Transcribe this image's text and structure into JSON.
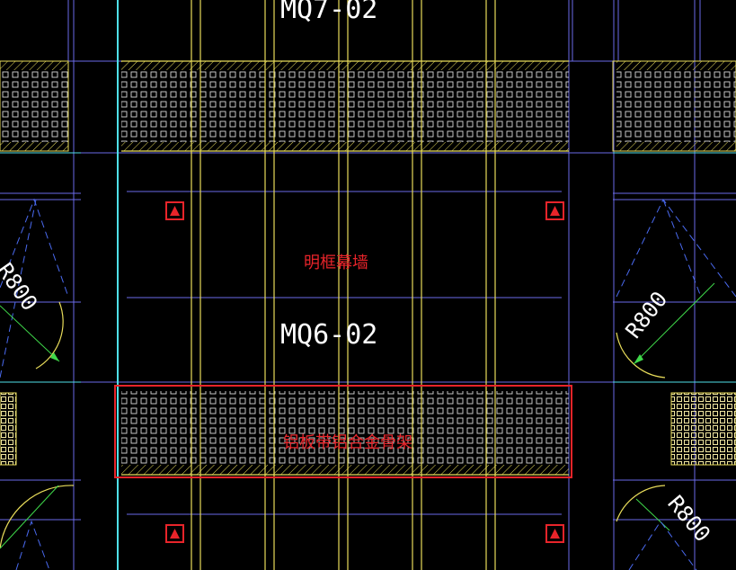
{
  "labels": {
    "top_code": "MQ7-02",
    "mid_code": "MQ6-02",
    "center_text": "明框幕墙",
    "bottom_text": "铝板带铝合金骨架",
    "radius_left": "R800",
    "radius_right": "R800",
    "radius_bottom_right": "R800"
  },
  "colors": {
    "background": "#000000",
    "yellow": "#e8dc5a",
    "blue_line": "#6a6ae8",
    "cyan": "#4fe0e8",
    "red": "#e8242a",
    "white": "#ffffff",
    "green": "#3fd84a",
    "dash_blue": "#4a6af0"
  },
  "icons": [
    "elevation-marker-icon"
  ]
}
